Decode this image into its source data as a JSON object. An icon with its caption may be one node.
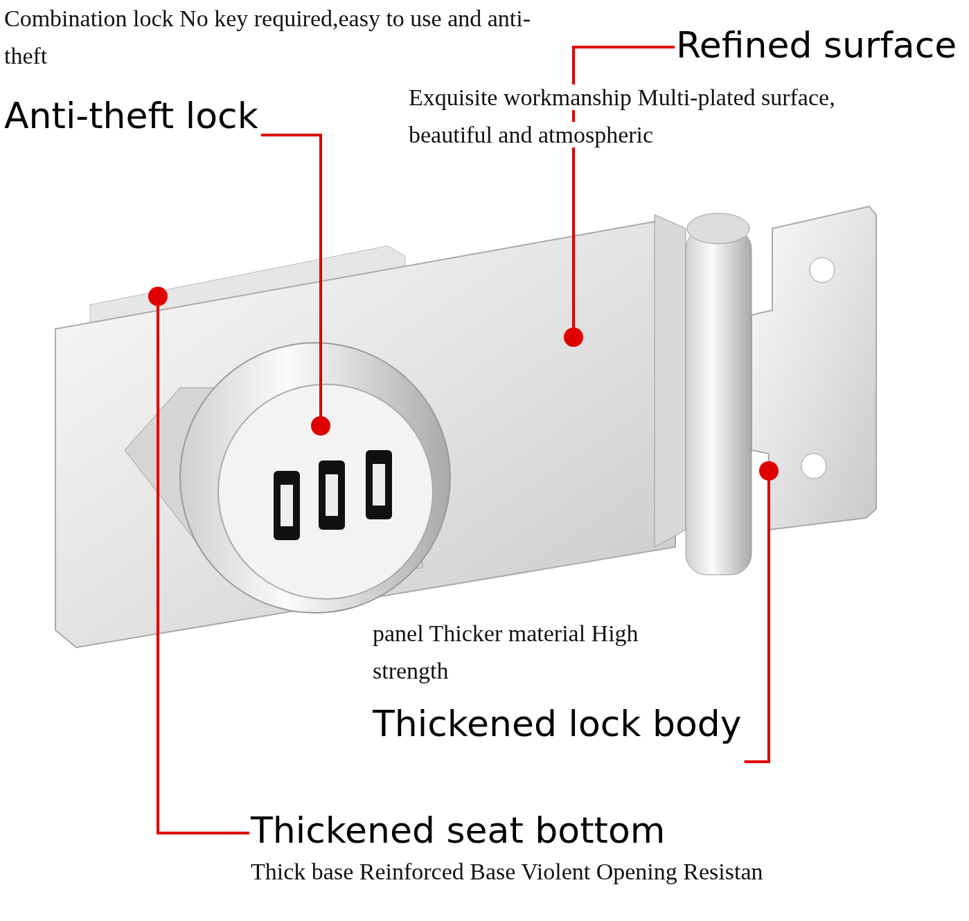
{
  "diagram": {
    "nodes": [
      {
        "text": [
          "Combination lock No key required,easy to use and anti-theft",
          "Anti-theft lock"
        ]
      },
      {
        "text": [
          "Refined surface",
          "Exquisite workmanship Multi-plated surface, beautiful and atmospheric"
        ]
      },
      {
        "text": [
          "panel Thicker material High strength",
          "Thickened lock body"
        ]
      },
      {
        "text": [
          "Thickened seat bottom",
          "Thick base Reinforced Base Violent Opening Resistan"
        ]
      }
    ],
    "edges": [
      {
        "from": 0,
        "to": null,
        "arrow": "other",
        "color": "#e00000"
      },
      {
        "from": 1,
        "to": null,
        "arrow": "other",
        "color": "#e00000"
      },
      {
        "from": 2,
        "to": null,
        "arrow": "other",
        "color": "#e00000"
      },
      {
        "from": 3,
        "to": null,
        "arrow": "other",
        "color": "#e00000"
      }
    ]
  }
}
